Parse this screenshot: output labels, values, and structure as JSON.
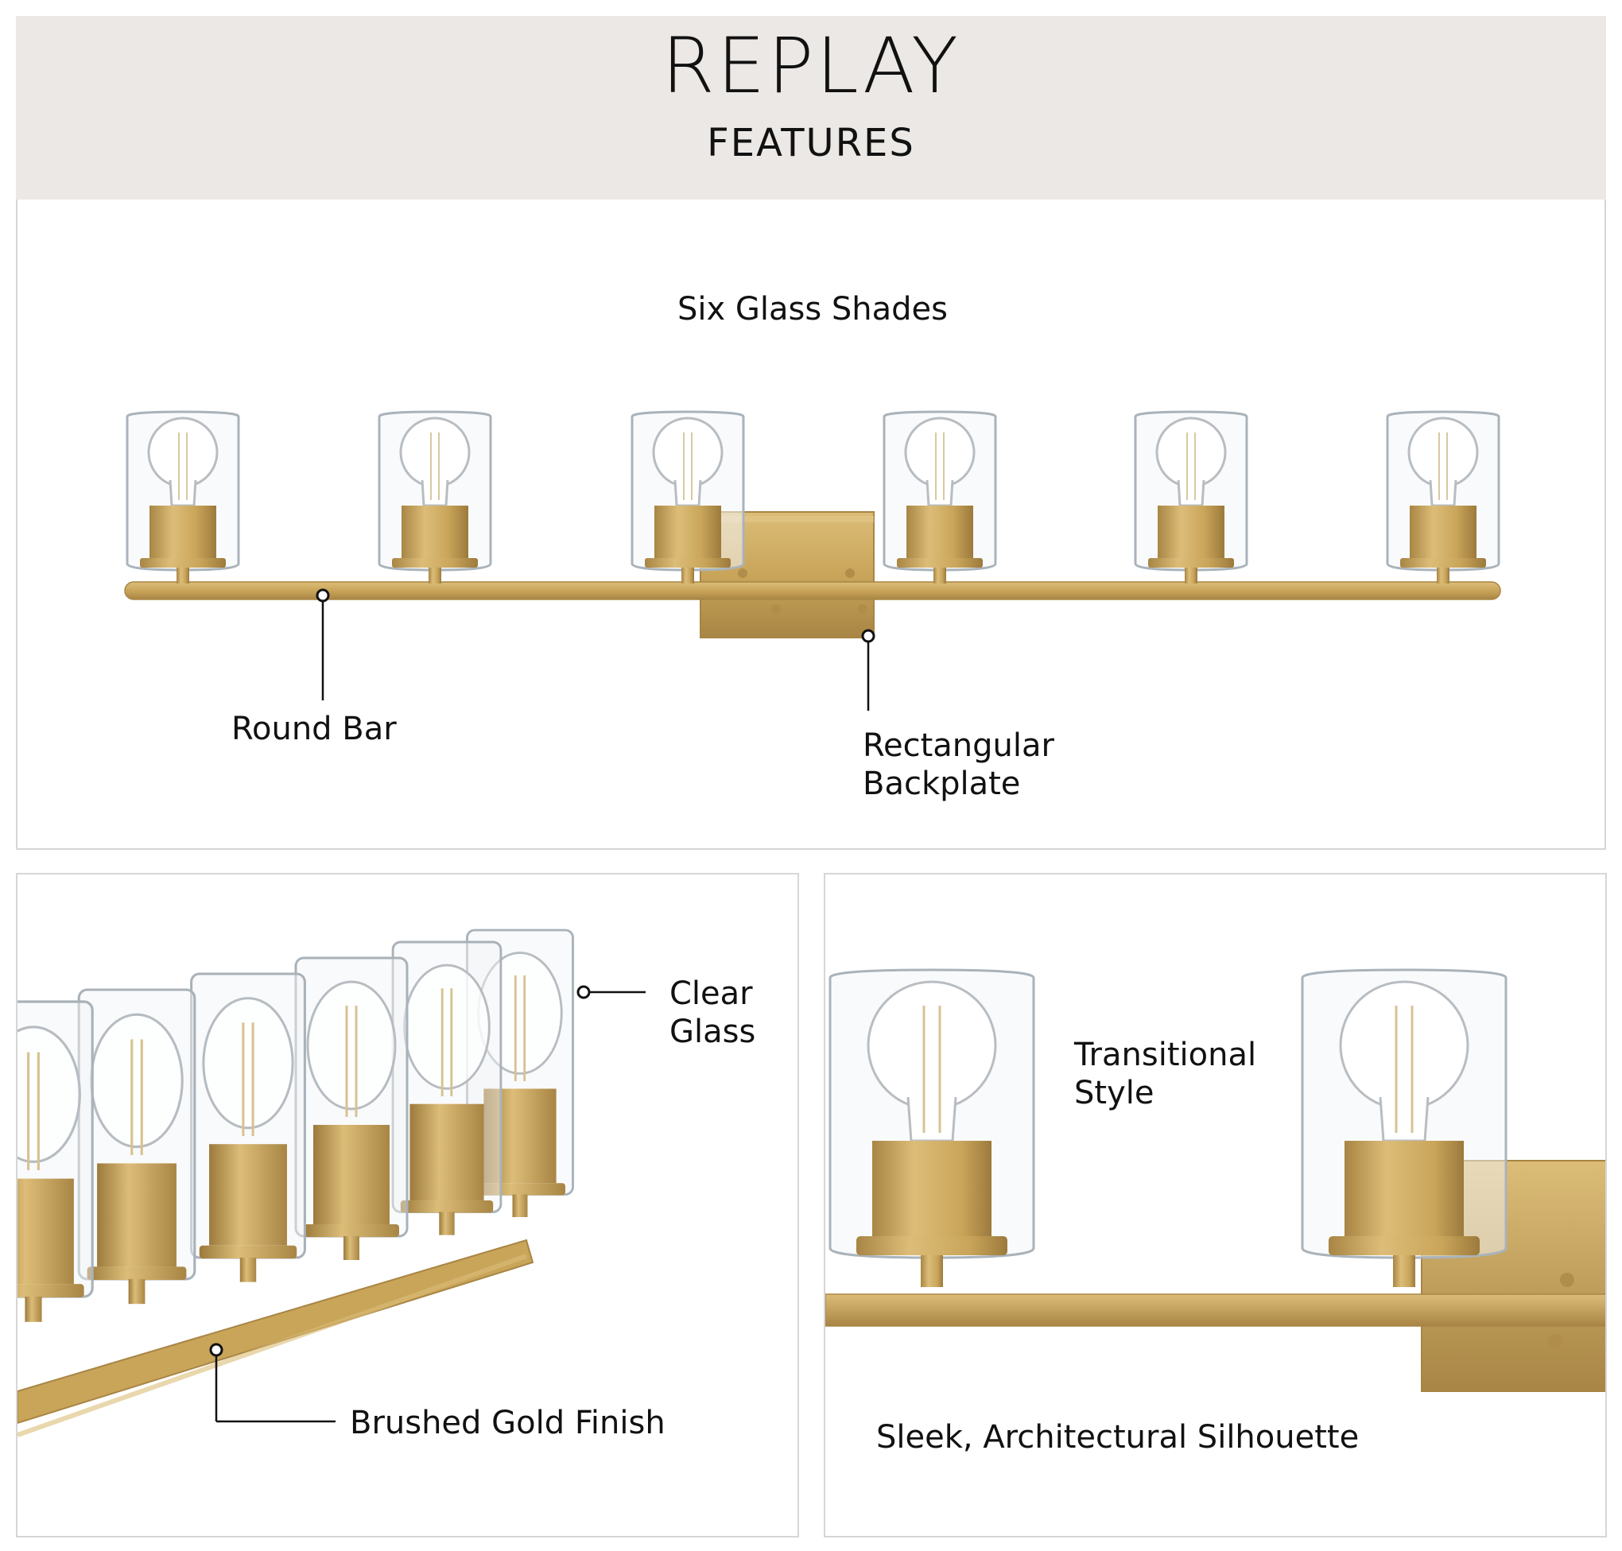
{
  "header": {
    "brand": "REPLAY",
    "subtitle": "FEATURES"
  },
  "top_panel": {
    "title": "Six Glass Shades",
    "callout_round_bar": "Round Bar",
    "callout_backplate_line1": "Rectangular",
    "callout_backplate_line2": "Backplate"
  },
  "bottom_left_panel": {
    "callout_glass_line1": "Clear",
    "callout_glass_line2": "Glass",
    "callout_finish": "Brushed Gold Finish"
  },
  "bottom_right_panel": {
    "callout_style_line1": "Transitional",
    "callout_style_line2": "Style",
    "caption": "Sleek, Architectural Silhouette"
  },
  "colors": {
    "header_bg": "#ebe8e5",
    "brass": "#c9a55a",
    "brass_dark": "#a88544",
    "glass_edge": "#b9c2c8",
    "panel_border": "#d6d6d6"
  }
}
